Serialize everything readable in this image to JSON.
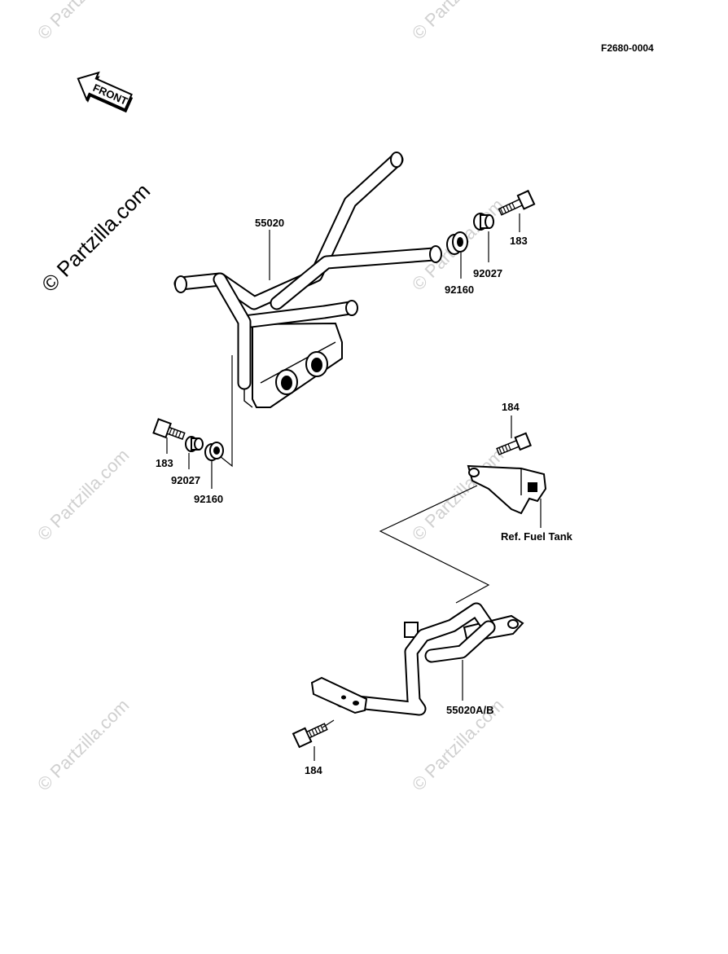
{
  "diagram_code": "F2680-0004",
  "front_badge": "FRONT",
  "watermark": {
    "main": "© Partzilla.com",
    "tile": "© Partzilla.com"
  },
  "callouts": {
    "upper_frame": "55020",
    "upper_bolt": "183",
    "upper_collar": "92027",
    "upper_grommet": "92160",
    "left_bolt": "183",
    "left_collar": "92027",
    "left_grommet": "92160",
    "bracket_bolt": "184",
    "fuel_tank_ref": "Ref. Fuel Tank",
    "lower_bar": "55020A/B",
    "lower_bolt": "184"
  }
}
